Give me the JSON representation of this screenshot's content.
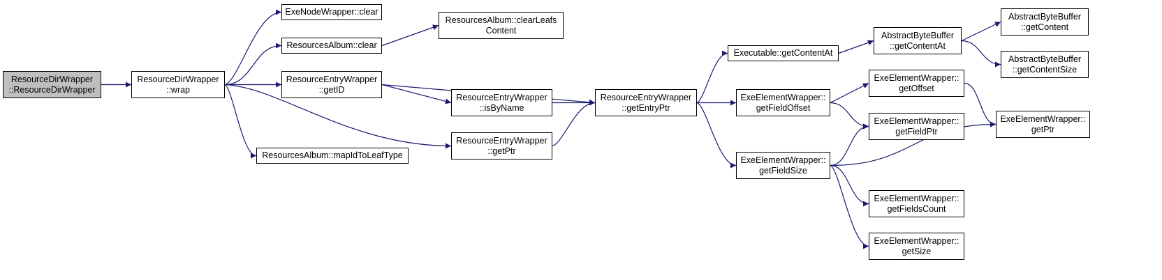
{
  "colors": {
    "edge": "#191970",
    "node_border": "#000000",
    "root_fill": "#bfbfbf",
    "node_fill": "#ffffff"
  },
  "nodes": {
    "n0": {
      "lines": [
        "ResourceDirWrapper",
        "::ResourceDirWrapper"
      ],
      "root": true
    },
    "n1": {
      "lines": [
        "ResourceDirWrapper",
        "::wrap"
      ]
    },
    "n2": {
      "lines": [
        "ExeNodeWrapper::clear"
      ]
    },
    "n3": {
      "lines": [
        "ResourcesAlbum::clear"
      ]
    },
    "n4": {
      "lines": [
        "ResourceEntryWrapper",
        "::getID"
      ]
    },
    "n5": {
      "lines": [
        "ResourcesAlbum::mapIdToLeafType"
      ]
    },
    "n6": {
      "lines": [
        "ResourcesAlbum::clearLeafs",
        "Content"
      ]
    },
    "n7": {
      "lines": [
        "ResourceEntryWrapper",
        "::isByName"
      ]
    },
    "n8": {
      "lines": [
        "ResourceEntryWrapper",
        "::getPtr"
      ]
    },
    "n9": {
      "lines": [
        "ResourceEntryWrapper",
        "::getEntryPtr"
      ]
    },
    "n10": {
      "lines": [
        "Executable::getContentAt"
      ]
    },
    "n11": {
      "lines": [
        "ExeElementWrapper::",
        "getFieldOffset"
      ]
    },
    "n12": {
      "lines": [
        "ExeElementWrapper::",
        "getFieldSize"
      ]
    },
    "n13": {
      "lines": [
        "AbstractByteBuffer",
        "::getContentAt"
      ]
    },
    "n14": {
      "lines": [
        "ExeElementWrapper::",
        "getOffset"
      ]
    },
    "n15": {
      "lines": [
        "ExeElementWrapper::",
        "getFieldPtr"
      ]
    },
    "n16": {
      "lines": [
        "ExeElementWrapper::",
        "getFieldsCount"
      ]
    },
    "n17": {
      "lines": [
        "ExeElementWrapper::",
        "getSize"
      ]
    },
    "n18": {
      "lines": [
        "AbstractByteBuffer",
        "::getContent"
      ]
    },
    "n19": {
      "lines": [
        "AbstractByteBuffer",
        "::getContentSize"
      ]
    },
    "n20": {
      "lines": [
        "ExeElementWrapper::",
        "getPtr"
      ]
    }
  },
  "edges": [
    [
      "n0",
      "n1"
    ],
    [
      "n1",
      "n2"
    ],
    [
      "n1",
      "n3"
    ],
    [
      "n1",
      "n4"
    ],
    [
      "n1",
      "n5"
    ],
    [
      "n1",
      "n8"
    ],
    [
      "n3",
      "n6"
    ],
    [
      "n4",
      "n9"
    ],
    [
      "n4",
      "n7"
    ],
    [
      "n7",
      "n9"
    ],
    [
      "n8",
      "n9"
    ],
    [
      "n9",
      "n10"
    ],
    [
      "n9",
      "n11"
    ],
    [
      "n9",
      "n12"
    ],
    [
      "n10",
      "n13"
    ],
    [
      "n13",
      "n18"
    ],
    [
      "n13",
      "n19"
    ],
    [
      "n11",
      "n14"
    ],
    [
      "n11",
      "n15"
    ],
    [
      "n14",
      "n20"
    ],
    [
      "n12",
      "n15"
    ],
    [
      "n12",
      "n20"
    ],
    [
      "n12",
      "n16"
    ],
    [
      "n12",
      "n17"
    ]
  ]
}
